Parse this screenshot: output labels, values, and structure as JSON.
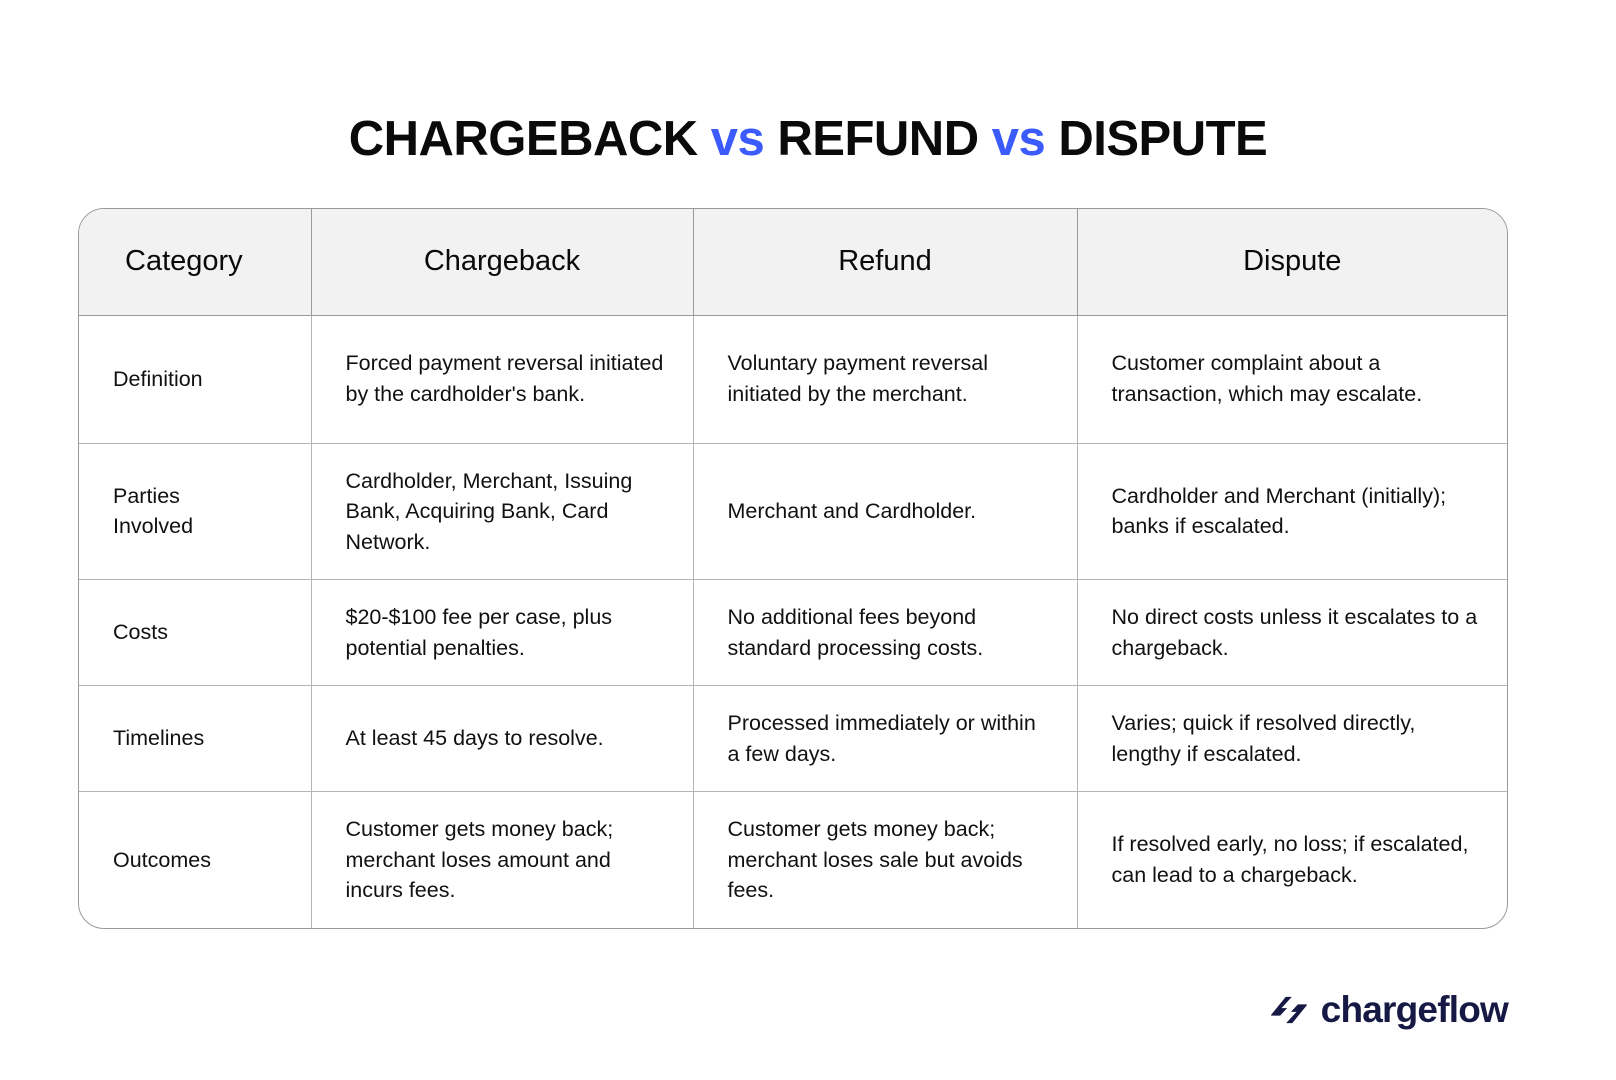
{
  "title": {
    "part1": "CHARGEBACK",
    "vs1": "vs",
    "part2": "REFUND",
    "vs2": "vs",
    "part3": "DISPUTE",
    "accent_color": "#3b5bfc",
    "text_color": "#0a0a0a"
  },
  "table": {
    "headers": [
      "Category",
      "Chargeback",
      "Refund",
      "Dispute"
    ],
    "header_background": "#f2f2f2",
    "border_color": "#9a9a9a",
    "rows": [
      {
        "category": "Definition",
        "chargeback": "Forced payment reversal initiated by the cardholder's bank.",
        "refund": "Voluntary payment reversal initiated by the merchant.",
        "dispute": "Customer complaint about a transaction, which may escalate."
      },
      {
        "category": "Parties\nInvolved",
        "chargeback": "Cardholder, Merchant, Issuing Bank, Acquiring Bank, Card Network.",
        "refund": "Merchant and Cardholder.",
        "dispute": "Cardholder and Merchant (initially); banks if escalated."
      },
      {
        "category": "Costs",
        "chargeback": "$20-$100 fee per case, plus potential penalties.",
        "refund": "No additional fees beyond standard processing costs.",
        "dispute": "No direct costs unless it escalates to a chargeback."
      },
      {
        "category": "Timelines",
        "chargeback": "At least 45 days to resolve.",
        "refund": "Processed immediately or within a few days.",
        "dispute": "Varies; quick if resolved directly, lengthy if escalated."
      },
      {
        "category": "Outcomes",
        "chargeback": "Customer gets money back; merchant loses amount and incurs fees.",
        "refund": "Customer gets money back; merchant loses sale but avoids fees.",
        "dispute": "If resolved early, no loss; if escalated, can lead to a chargeback."
      }
    ]
  },
  "logo": {
    "name": "chargeflow",
    "color": "#161943"
  }
}
